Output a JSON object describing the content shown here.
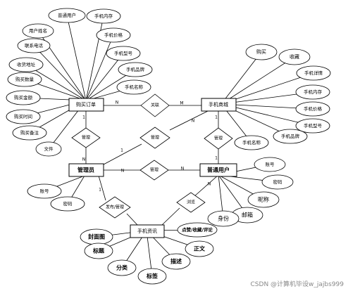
{
  "entities": {
    "purchase_order": "购买订单",
    "phone_products": "手机商城",
    "admin": "管理员",
    "normal_user": "普通用户",
    "phone_info": "手机资讯"
  },
  "relationships": {
    "associate": "关联",
    "manage1": "管理",
    "manage2": "管理",
    "manage3": "管理",
    "manage4": "管理",
    "publish_manage": "发布/管理",
    "browse": "浏览"
  },
  "cardinalities": {
    "c1": "N",
    "c2": "M",
    "c3": "1",
    "c4": "N",
    "c5": "1",
    "c6": "N",
    "c7": "1",
    "c8": "1",
    "c9": "N",
    "c10": "N",
    "c11": "1",
    "c12": "N"
  },
  "order_attrs": [
    "普通用户",
    "用户姓名",
    "联系电话",
    "收货地址",
    "购买数量",
    "购买金额",
    "购买时间",
    "购买备注",
    "文件",
    "手机内存",
    "手机价格",
    "手机型号",
    "手机品牌",
    "手机名称"
  ],
  "product_attrs": [
    "购买",
    "收藏",
    "手机详情",
    "手机内存",
    "手机价格",
    "手机型号",
    "手机品牌",
    "手机名称"
  ],
  "admin_attrs": [
    "账号",
    "密码"
  ],
  "user_attrs": [
    "账号",
    "密码",
    "昵称",
    "邮箱",
    "身份"
  ],
  "info_attrs": [
    "封面图",
    "标题",
    "分类",
    "标签",
    "描述",
    "正文",
    "点赞/收藏/评论"
  ],
  "watermark": "CSDN @计算机毕设w_jajbs999"
}
